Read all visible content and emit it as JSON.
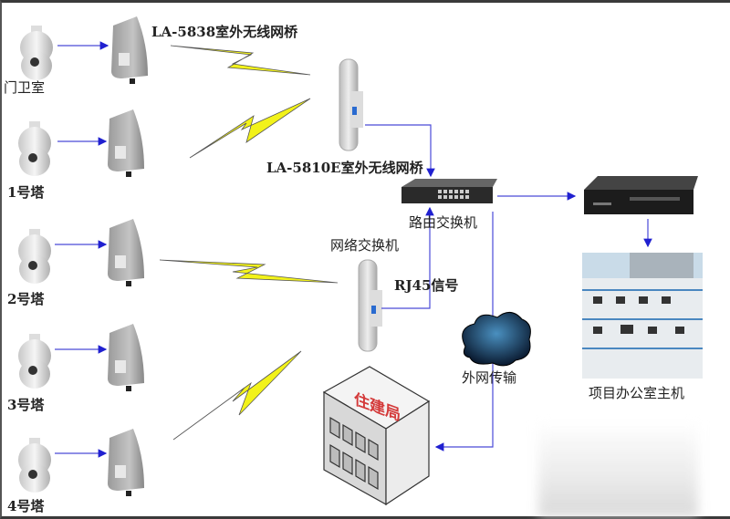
{
  "labels": {
    "gate_room": "门卫室",
    "tower1": "1号塔",
    "tower2": "2号塔",
    "tower3": "3号塔",
    "tower4": "4号塔",
    "bridge_5838": "LA-5838室外无线网桥",
    "bridge_5810e": "LA-5810E室外无线网桥",
    "router_switch": "路由交换机",
    "network_switch": "网络交换机",
    "rj45": "RJ45信号",
    "internet": "外网传输",
    "housing_bureau": "住建局",
    "project_office_host": "项目办公室主机"
  },
  "colors": {
    "line": "#4a4ad8",
    "bolt": "#f2f21a",
    "building_text": "#d43a3a"
  }
}
